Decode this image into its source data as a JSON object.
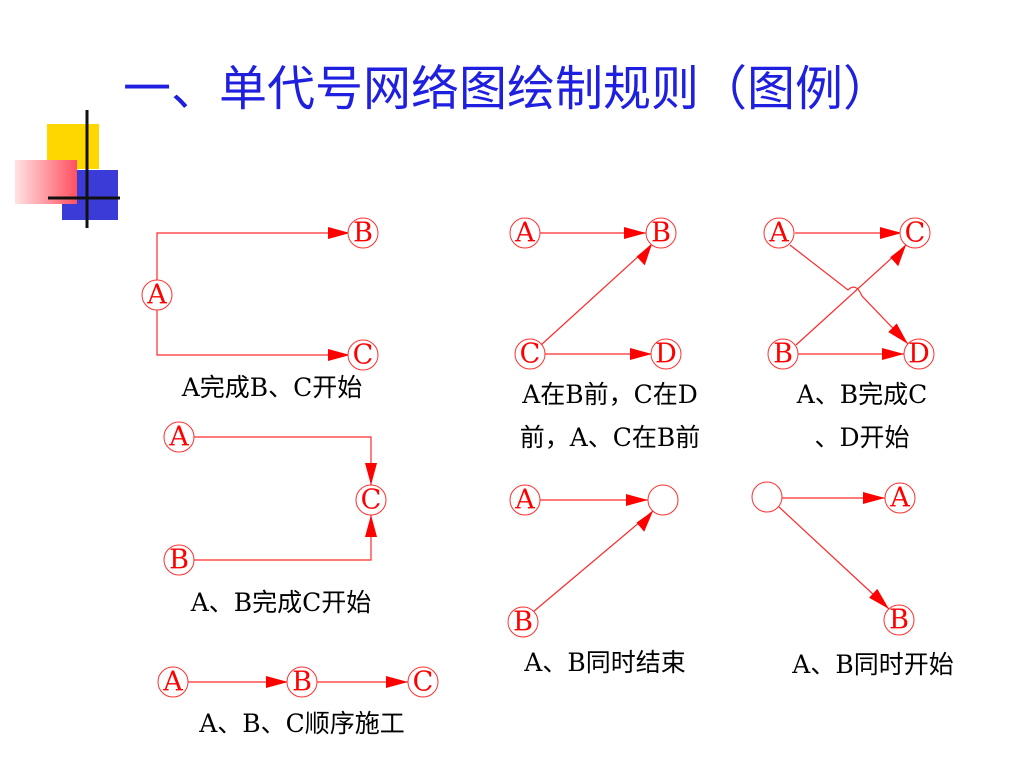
{
  "title": "一、单代号网络图绘制规则（图例）",
  "colors": {
    "title": "#1f1fe0",
    "diagram": "#ff0000",
    "logo_yellow": "#ffd700",
    "logo_blue": "#3b3bd8",
    "logo_pink": "#ff6b78"
  },
  "diagrams": {
    "d1": {
      "nodes": {
        "a": "A",
        "b": "B",
        "c": "C"
      },
      "caption": "A完成B、C开始"
    },
    "d2": {
      "nodes": {
        "a": "A",
        "b": "B",
        "c": "C"
      },
      "caption": "A、B完成C开始"
    },
    "d3": {
      "nodes": {
        "a": "A",
        "b": "B",
        "c": "C"
      },
      "caption": "A、B、C顺序施工"
    },
    "d4": {
      "nodes": {
        "a": "A",
        "b": "B",
        "c": "C",
        "d": "D"
      },
      "caption": [
        "A在B前，C在D",
        "前，A、C在B前"
      ]
    },
    "d5": {
      "nodes": {
        "a": "A",
        "b": "B",
        "c": "C",
        "d": "D"
      },
      "caption": [
        "A、B完成C",
        "、D开始"
      ]
    },
    "d6": {
      "nodes": {
        "a": "A",
        "b": "B"
      },
      "caption": "A、B同时结束"
    },
    "d7": {
      "nodes": {
        "a": "A",
        "b": "B"
      },
      "caption": "A、B同时开始"
    }
  }
}
